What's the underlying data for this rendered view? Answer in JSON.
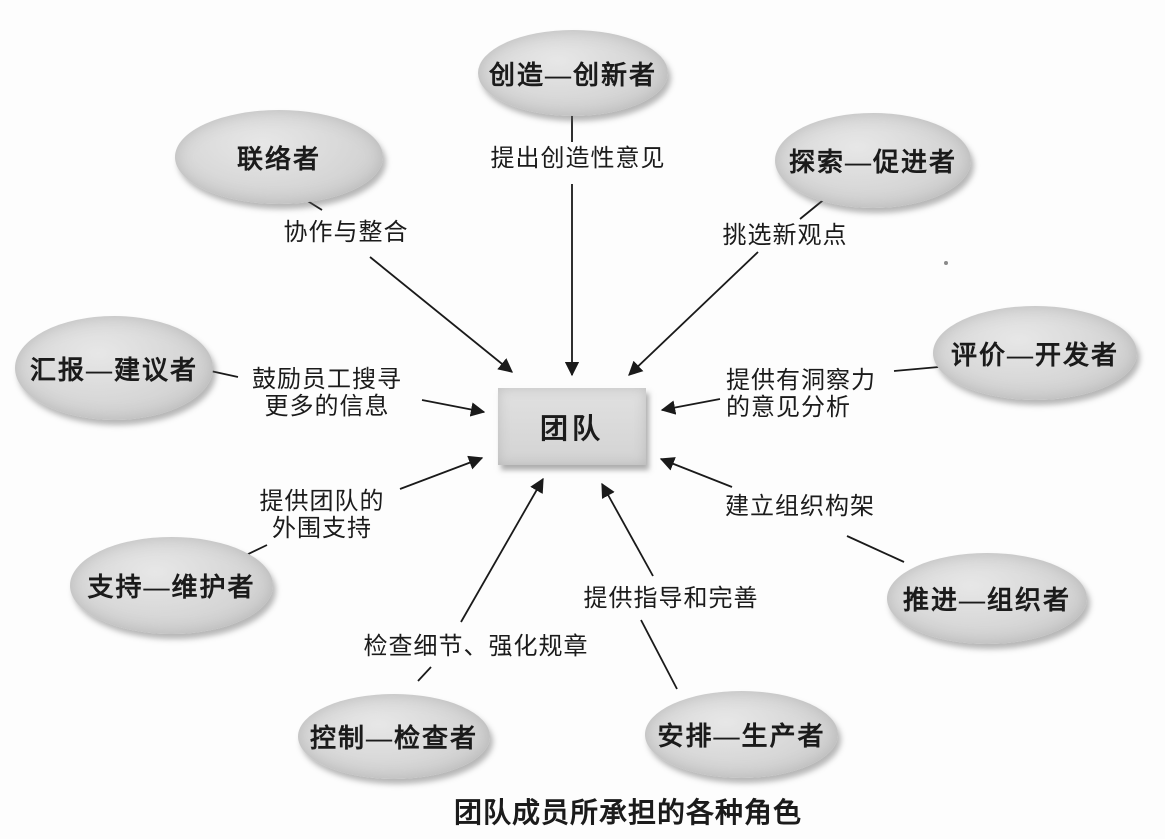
{
  "figure": {
    "caption": "团队成员所承担的各种角色",
    "center": {
      "label": "团队"
    }
  },
  "roles": [
    {
      "name": "创造—创新者",
      "contribution": "提出创造性意见"
    },
    {
      "name": "联络者",
      "contribution": "协作与整合"
    },
    {
      "name": "探索—促进者",
      "contribution": "挑选新观点"
    },
    {
      "name": "汇报—建议者",
      "contribution": "鼓励员工搜寻\n更多的信息"
    },
    {
      "name": "评价—开发者",
      "contribution": "提供有洞察力\n的意见分析"
    },
    {
      "name": "支持—维护者",
      "contribution": "提供团队的\n外围支持"
    },
    {
      "name": "推进—组织者",
      "contribution": "建立组织构架"
    },
    {
      "name": "控制—检查者",
      "contribution": "检查细节、强化规章"
    },
    {
      "name": "安排—生产者",
      "contribution": "提供指导和完善"
    }
  ],
  "colors": {
    "node_fill": "#d6d6d6",
    "node_fill_light": "#e7e7e7",
    "center_box_fill": "#d8d8d8",
    "line": "#1a1a1a",
    "text": "#1b1b1b",
    "background": "#fdfdfd"
  }
}
